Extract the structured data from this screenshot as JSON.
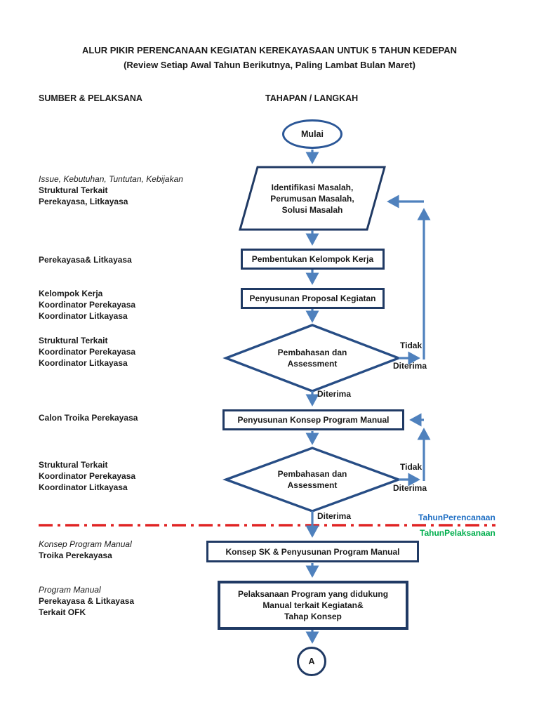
{
  "document": {
    "title_line1": "ALUR PIKIR PERENCANAAN KEGIATAN KEREKAYASAAN UNTUK 5 TAHUN KEDEPAN",
    "title_line2": "(Review Setiap Awal Tahun Berikutnya, Paling Lambat Bulan Maret)",
    "left_column_header": "SUMBER & PELAKSANA",
    "right_column_header": "TAHAPAN / LANGKAH"
  },
  "flowchart": {
    "start": "Mulai",
    "identifikasi": {
      "line1": "Identifikasi Masalah,",
      "line2": "Perumusan Masalah,",
      "line3": "Solusi Masalah"
    },
    "pembentukan": "Pembentukan Kelompok Kerja",
    "proposal": "Penyusunan Proposal Kegiatan",
    "assessment1": {
      "line1": "Pembahasan dan",
      "line2": "Assessment"
    },
    "konsep_program": "Penyusunan Konsep Program Manual",
    "assessment2": {
      "line1": "Pembahasan dan",
      "line2": "Assessment"
    },
    "konsep_sk": "Konsep SK & Penyusunan Program Manual",
    "pelaksanaan": {
      "line1": "Pelaksanaan Program yang didukung",
      "line2": "Manual terkait Kegiatan&",
      "line3": "Tahap Konsep"
    },
    "connector_a": "A",
    "labels": {
      "tidak1": "Tidak",
      "diterima1_side": "Diterima",
      "diterima1_down": "Diterima",
      "tidak2": "Tidak",
      "diterima2_side": "Diterima",
      "diterima2_down": "Diterima"
    },
    "phase_divider": {
      "above": "TahunPerencanaan",
      "below": "TahunPelaksanaan"
    }
  },
  "actors": {
    "g1": {
      "line1": "Issue, Kebutuhan, Tuntutan, Kebijakan",
      "line2": "Struktural Terkait",
      "line3": "Perekayasa, Litkayasa"
    },
    "g2": {
      "line1": "Perekayasa& Litkayasa"
    },
    "g3": {
      "line1": "Kelompok Kerja",
      "line2": "Koordinator Perekayasa",
      "line3": "Koordinator Litkayasa"
    },
    "g4": {
      "line1": "Struktural Terkait",
      "line2": "Koordinator Perekayasa",
      "line3": "Koordinator Litkayasa"
    },
    "g5": {
      "line1": "Calon Troika Perekayasa"
    },
    "g6": {
      "line1": "Struktural Terkait",
      "line2": "Koordinator Perekayasa",
      "line3": "Koordinator Litkayasa"
    },
    "g7": {
      "line1": "Konsep Program Manual",
      "line2": "Troika Perekayasa"
    },
    "g8": {
      "line1": "Program Manual",
      "line2": "Perekayasa & Litkayasa",
      "line3": "Terkait OFK"
    }
  },
  "colors": {
    "shape_border": "#203a64",
    "decision_border": "#274d85",
    "arrow_blue": "#4f81bd",
    "divider_red": "#e02424",
    "phase_above_blue": "#1f6fc4",
    "phase_below_green": "#00ae4d",
    "text": "#1a1a1a",
    "background": "#ffffff"
  }
}
